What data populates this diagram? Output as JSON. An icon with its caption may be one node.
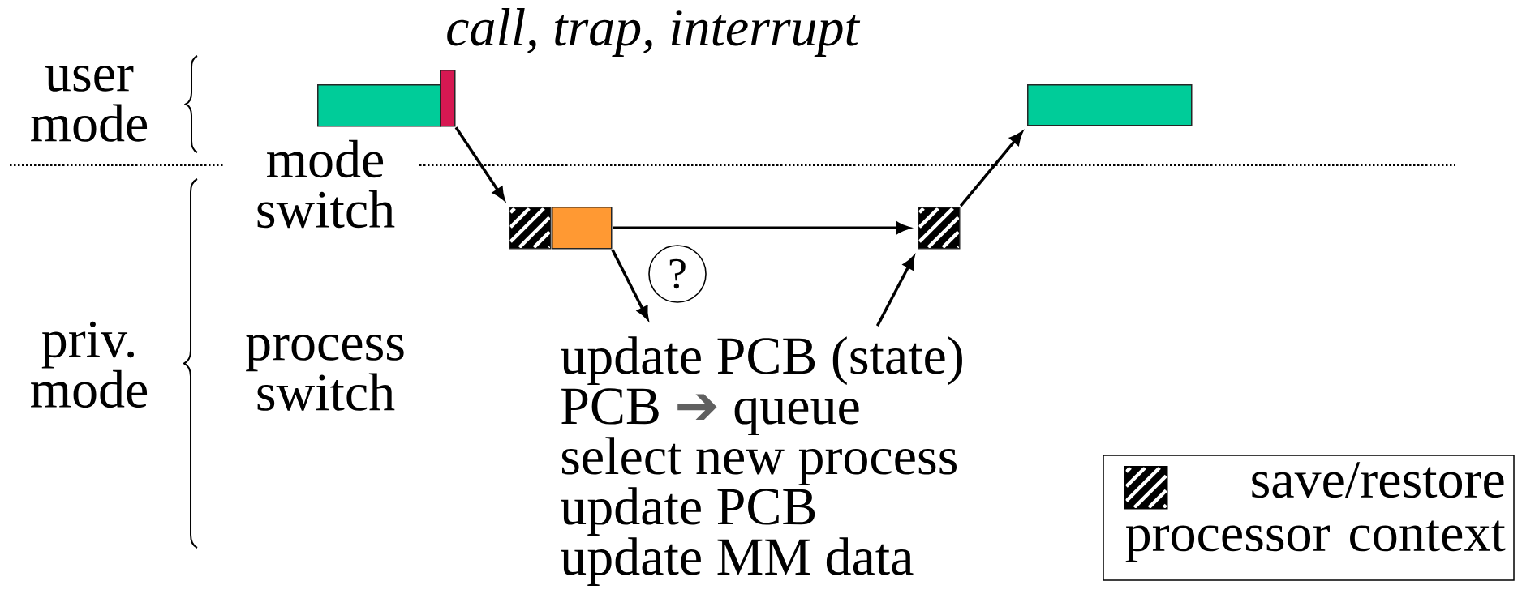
{
  "diagram": {
    "nodes": [
      {
        "text": [],
        "shape": "bar"
      },
      {
        "text": [],
        "shape": "bar",
        "beside": [
          "call, trap, interrupt"
        ]
      },
      {
        "text": [],
        "shape": "box"
      },
      {
        "text": [],
        "shape": "bar"
      },
      {
        "text": [
          "?"
        ]
      },
      {
        "text": [
          "update PCB (state)",
          "PCB ➔ queue",
          "select new process",
          "update PCB",
          "update MM data"
        ]
      },
      {
        "text": [],
        "shape": "box"
      },
      {
        "text": [],
        "shape": "bar"
      }
    ],
    "edges": [
      {
        "from": 1,
        "to": 2,
        "arrow": "to"
      },
      {
        "from": 3,
        "to": 6,
        "arrow": "to"
      },
      {
        "from": 3,
        "to": 5,
        "arrow": "to"
      },
      {
        "from": 5,
        "to": 6,
        "arrow": "to"
      },
      {
        "from": 6,
        "to": 7,
        "arrow": "to"
      }
    ],
    "labels": [
      "user mode",
      "mode switch",
      "priv. mode",
      "process switch"
    ],
    "legend": [
      {
        "text": "save/restore processor context"
      }
    ]
  }
}
